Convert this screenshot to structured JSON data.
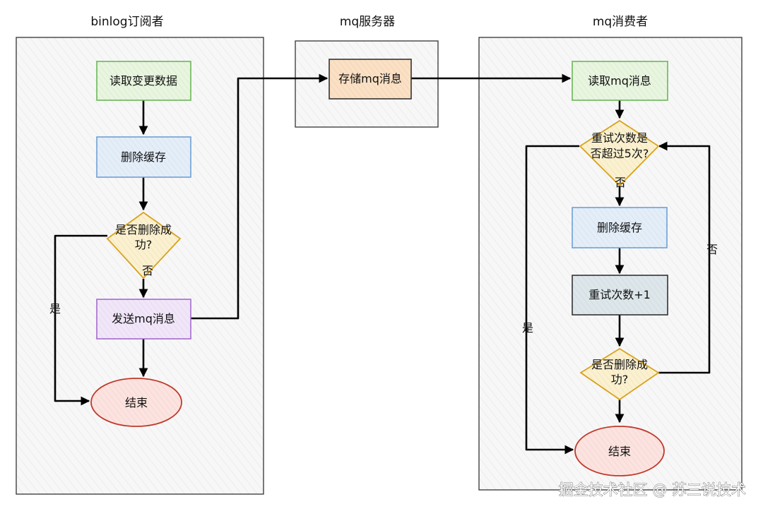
{
  "lanes": {
    "subscriber": {
      "title": "binlog订阅者"
    },
    "server": {
      "title": "mq服务器"
    },
    "consumer": {
      "title": "mq消费者"
    }
  },
  "subscriber": {
    "read_change": "读取变更数据",
    "delete_cache": "删除缓存",
    "delete_ok_line1": "是否删除成",
    "delete_ok_line2": "功?",
    "no_label": "否",
    "yes_label": "是",
    "send_mq": "发送mq消息",
    "end": "结束"
  },
  "server": {
    "store_mq": "存储mq消息"
  },
  "consumer": {
    "read_mq": "读取mq消息",
    "retry_check_line1": "重试次数是",
    "retry_check_line2": "否超过5次?",
    "no_label": "否",
    "delete_cache": "删除缓存",
    "retry_increment": "重试次数+1",
    "delete_ok_line1": "是否删除成",
    "delete_ok_line2": "功?",
    "loop_no_label": "否",
    "yes_label": "是",
    "end": "结束"
  },
  "watermark": "掘金技术社区 @ 苏三说技术",
  "colors": {
    "green_stroke": "#6cb75a",
    "green_fill": "#e8f5df",
    "blue_stroke": "#6fa1d6",
    "blue_fill": "#e4eef9",
    "purple_stroke": "#a46bd0",
    "purple_fill": "#f1e6f9",
    "orange_stroke": "#333333",
    "orange_fill": "#fbe0c4",
    "diamond_stroke": "#d9a320",
    "diamond_fill": "#fbf1cf",
    "slate_stroke": "#333333",
    "slate_fill": "#dde6ea",
    "end_stroke": "#c0392b",
    "end_fill": "#fde3df"
  }
}
